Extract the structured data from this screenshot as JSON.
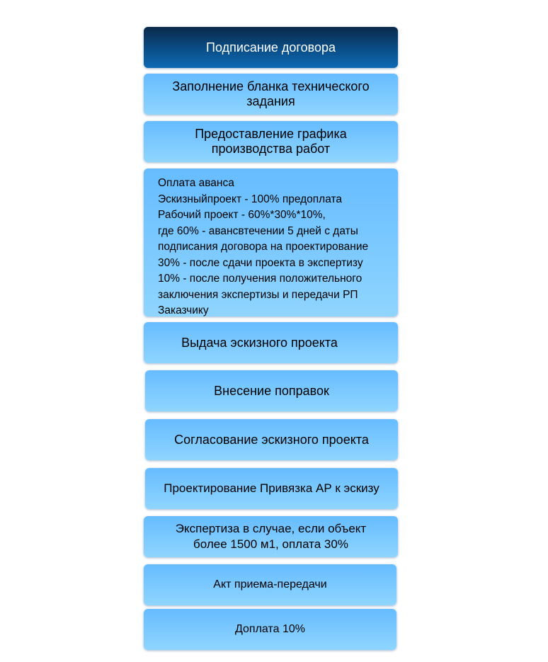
{
  "steps": [
    "Подписание договора",
    "Заполнение бланка технического\nзадания",
    "Предоставление графика\nпроизводства работ",
    "Оплата аванса\nЭскизныйпроект - 100% предоплата\nРабочий проект - 60%*30%*10%,\nгде 60% - авансвтечении 5 дней с даты\nподписания договора на проектирование\n30% - после сдачи проекта в экспертизу\n10% - после получения положительного\nзаключения экспертизы и передачи РП\nЗаказчику",
    "Выдача эскизного проекта",
    "Внесение поправок",
    "Согласование эскизного проекта",
    "Проектирование Привязка АР к эскизу",
    "Экспертиза в случае, если объект\nболее 1500 м1, оплата 30%",
    "Акт приема-передачи",
    "Доплата 10%"
  ],
  "colors": {
    "first_step_top": "#0a2a4a",
    "first_step_bottom": "#0f6ab4",
    "step_top": "#66bcff",
    "step_bottom": "#8fd5ff"
  }
}
